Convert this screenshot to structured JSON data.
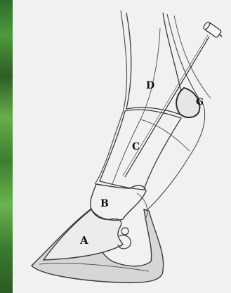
{
  "labels": {
    "d": "D",
    "g": "G",
    "c": "C",
    "b": "B",
    "a": "A"
  },
  "colors": {
    "paper": "#f1f1f1",
    "ink": "#3a3a3a",
    "hoof_shade": "#d6d6d6",
    "side_strip": "#3f8a34"
  }
}
